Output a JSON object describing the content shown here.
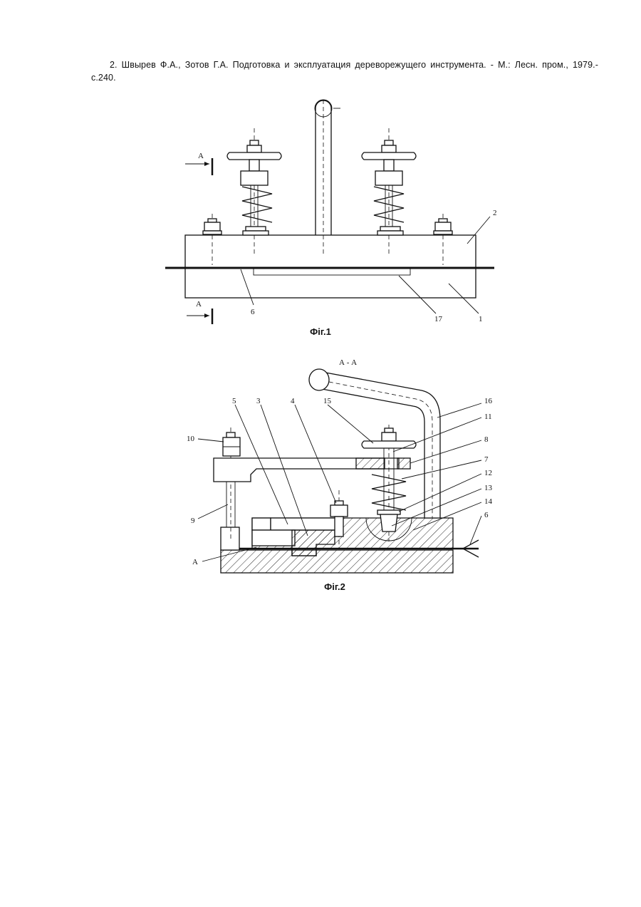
{
  "reference": {
    "text": "2. Швырев Ф.А., Зотов Г.А. Подготовка и эксплуатация дереворежущего инструмента. - М.: Лесн. пром., 1979.- с.240."
  },
  "figure1": {
    "caption": "Фіг.1",
    "section_label_top": "А",
    "section_label_bottom": "А",
    "labels": {
      "l2": "2",
      "l6": "6",
      "l17": "17",
      "l1": "1"
    }
  },
  "figure2": {
    "caption": "Фіг.2",
    "section_title": "А - А",
    "label_a": "А",
    "labels": {
      "l5": "5",
      "l3": "3",
      "l4": "4",
      "l15": "15",
      "l16": "16",
      "l11": "11",
      "l8": "8",
      "l7": "7",
      "l12": "12",
      "l13": "13",
      "l14": "14",
      "l6": "6",
      "l10": "10",
      "l9": "9"
    }
  }
}
